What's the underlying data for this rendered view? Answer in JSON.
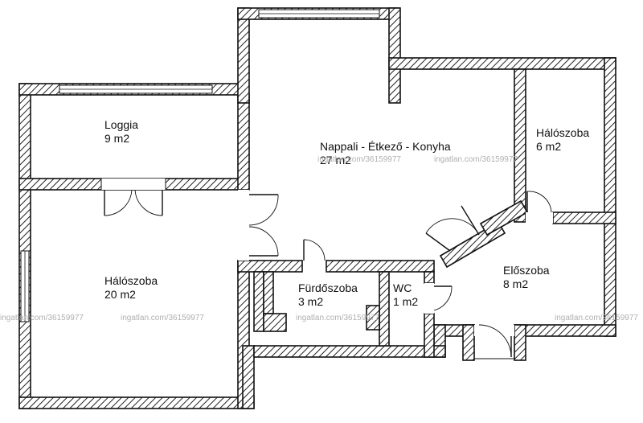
{
  "rooms": {
    "loggia": {
      "name": "Loggia",
      "area": "9 m2"
    },
    "living": {
      "name": "Nappali - Étkező - Konyha",
      "area": "27 m2"
    },
    "bedroom_small": {
      "name": "Hálószoba",
      "area": "6 m2"
    },
    "bedroom_large": {
      "name": "Hálószoba",
      "area": "20 m2"
    },
    "bathroom": {
      "name": "Fürdőszoba",
      "area": "3 m2"
    },
    "wc": {
      "name": "WC",
      "area": "1 m2"
    },
    "hall": {
      "name": "Előszoba",
      "area": "8 m2"
    }
  },
  "watermarks": [
    "ingatlan.com/36159977",
    "ingatlan.com/36159977",
    "ingatlan.com/36159977",
    "ingatlan.com/36159977",
    "ingatlan.com/36159977",
    "ingatlan.com/36159977"
  ]
}
